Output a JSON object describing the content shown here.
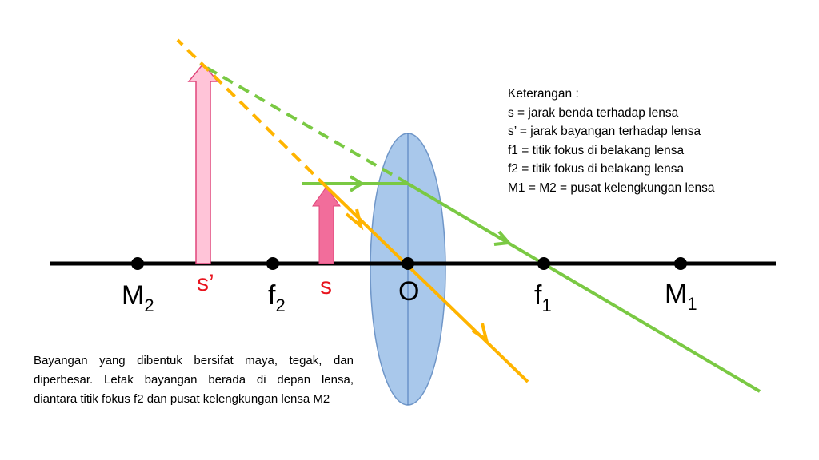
{
  "labels": {
    "m2": {
      "main": "M",
      "sub": "2"
    },
    "s_prime": "s’",
    "f2": {
      "main": "f",
      "sub": "2"
    },
    "s": "s",
    "o": "O",
    "f1": {
      "main": "f",
      "sub": "1"
    },
    "m1": {
      "main": "M",
      "sub": "1"
    }
  },
  "legend": {
    "title": "Keterangan :",
    "items": [
      "s = jarak benda terhadap lensa",
      "s’ = jarak bayangan terhadap lensa",
      "f1 = titik fokus di belakang lensa",
      "f2 = titik fokus di belakang lensa",
      "M1 = M2 = pusat kelengkungan lensa"
    ]
  },
  "caption": "Bayangan yang dibentuk bersifat maya, tegak, dan diperbesar. Letak bayangan berada di depan lensa, diantara titik fokus f2 dan pusat kelengkungan lensa M2",
  "colors": {
    "axis": "#000000",
    "lens_fill": "#a9c8eb",
    "lens_stroke": "#6f96c8",
    "green_ray": "#7ac943",
    "orange_ray": "#ffb400",
    "object_arrow": "#f26d9b",
    "image_arrow": "#ffc4d8",
    "red_label": "#e8141e"
  }
}
